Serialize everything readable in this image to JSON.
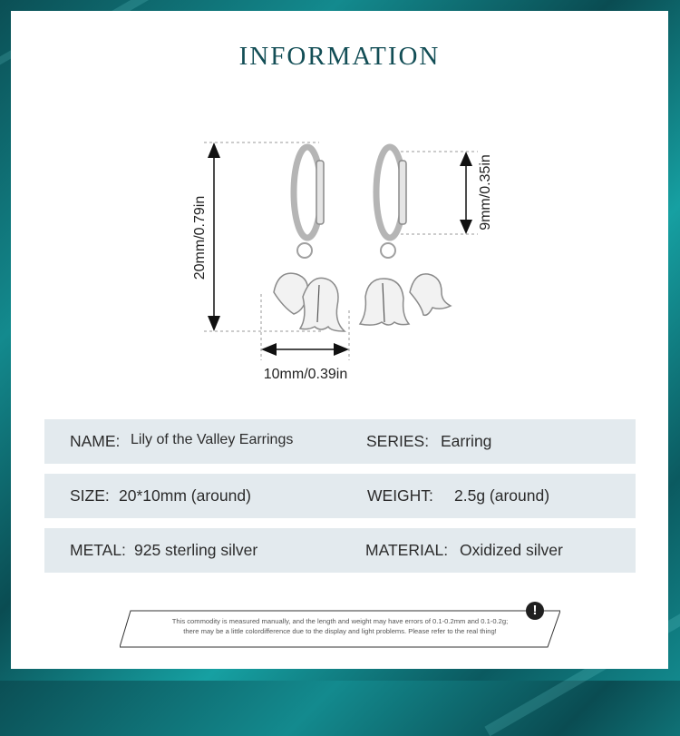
{
  "header": {
    "title": "INFORMATION"
  },
  "dimensions": {
    "height_label": "20mm/0.79in",
    "width_label": "10mm/0.39in",
    "hoop_label": "9mm/0.35in"
  },
  "specs": [
    {
      "left_label": "NAME:",
      "left_value": "Lily of the Valley Earrings",
      "right_label": "SERIES:",
      "right_value": "Earring"
    },
    {
      "left_label": "SIZE:",
      "left_value": "20*10mm (around)",
      "right_label": "WEIGHT:",
      "right_value": "2.5g (around)"
    },
    {
      "left_label": "METAL:",
      "left_value": "925 sterling silver",
      "right_label": "MATERIAL:",
      "right_value": "Oxidized silver"
    }
  ],
  "notice": {
    "icon": "exclamation-icon",
    "line1": "This commodity is measured manually, and the length and weight may have errors of 0.1-0.2mm and 0.1-0.2g;",
    "line2": "there may be a little colordifference due to the display and light problems. Please refer to the real thing!"
  },
  "colors": {
    "frame": "#0f6f74",
    "title": "#134e56",
    "row_bg": "#e3eaee"
  }
}
